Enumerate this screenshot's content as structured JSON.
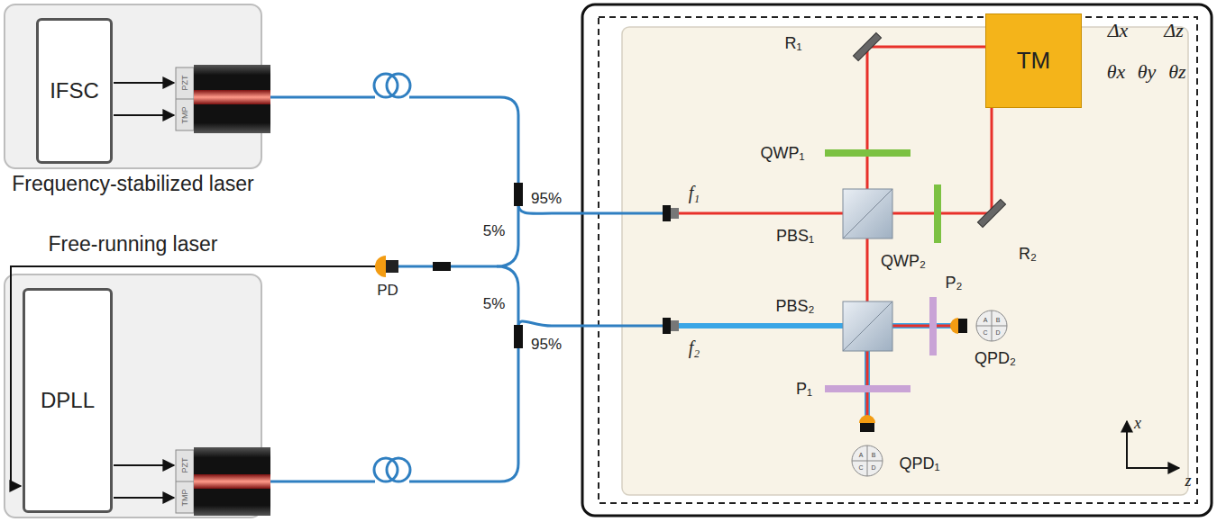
{
  "diagram": {
    "nodes": [
      {
        "text": [
          "Frequency-stabilized laser"
        ]
      },
      {
        "text": [
          "IFSC"
        ],
        "in": 0
      },
      {
        "text": [
          "Free-running laser"
        ]
      },
      {
        "text": [
          "DPLL"
        ],
        "in": 2
      },
      {
        "text": [
          "TM"
        ]
      }
    ],
    "labels": [
      "PZT",
      "TMP",
      "PZT",
      "TMP",
      "95%",
      "5%",
      "PD",
      "5%",
      "95%",
      "f₁",
      "f₂",
      "R₁",
      "QWP₁",
      "PBS₁",
      "QWP₂",
      "R₂",
      "P₂",
      "PBS₂",
      "QPD₂",
      "P₁",
      "QPD₁",
      "Δx",
      "Δz",
      "θx",
      "θy",
      "θz",
      "x",
      "z",
      "A",
      "B",
      "C",
      "D",
      "A",
      "B",
      "C",
      "D"
    ]
  }
}
